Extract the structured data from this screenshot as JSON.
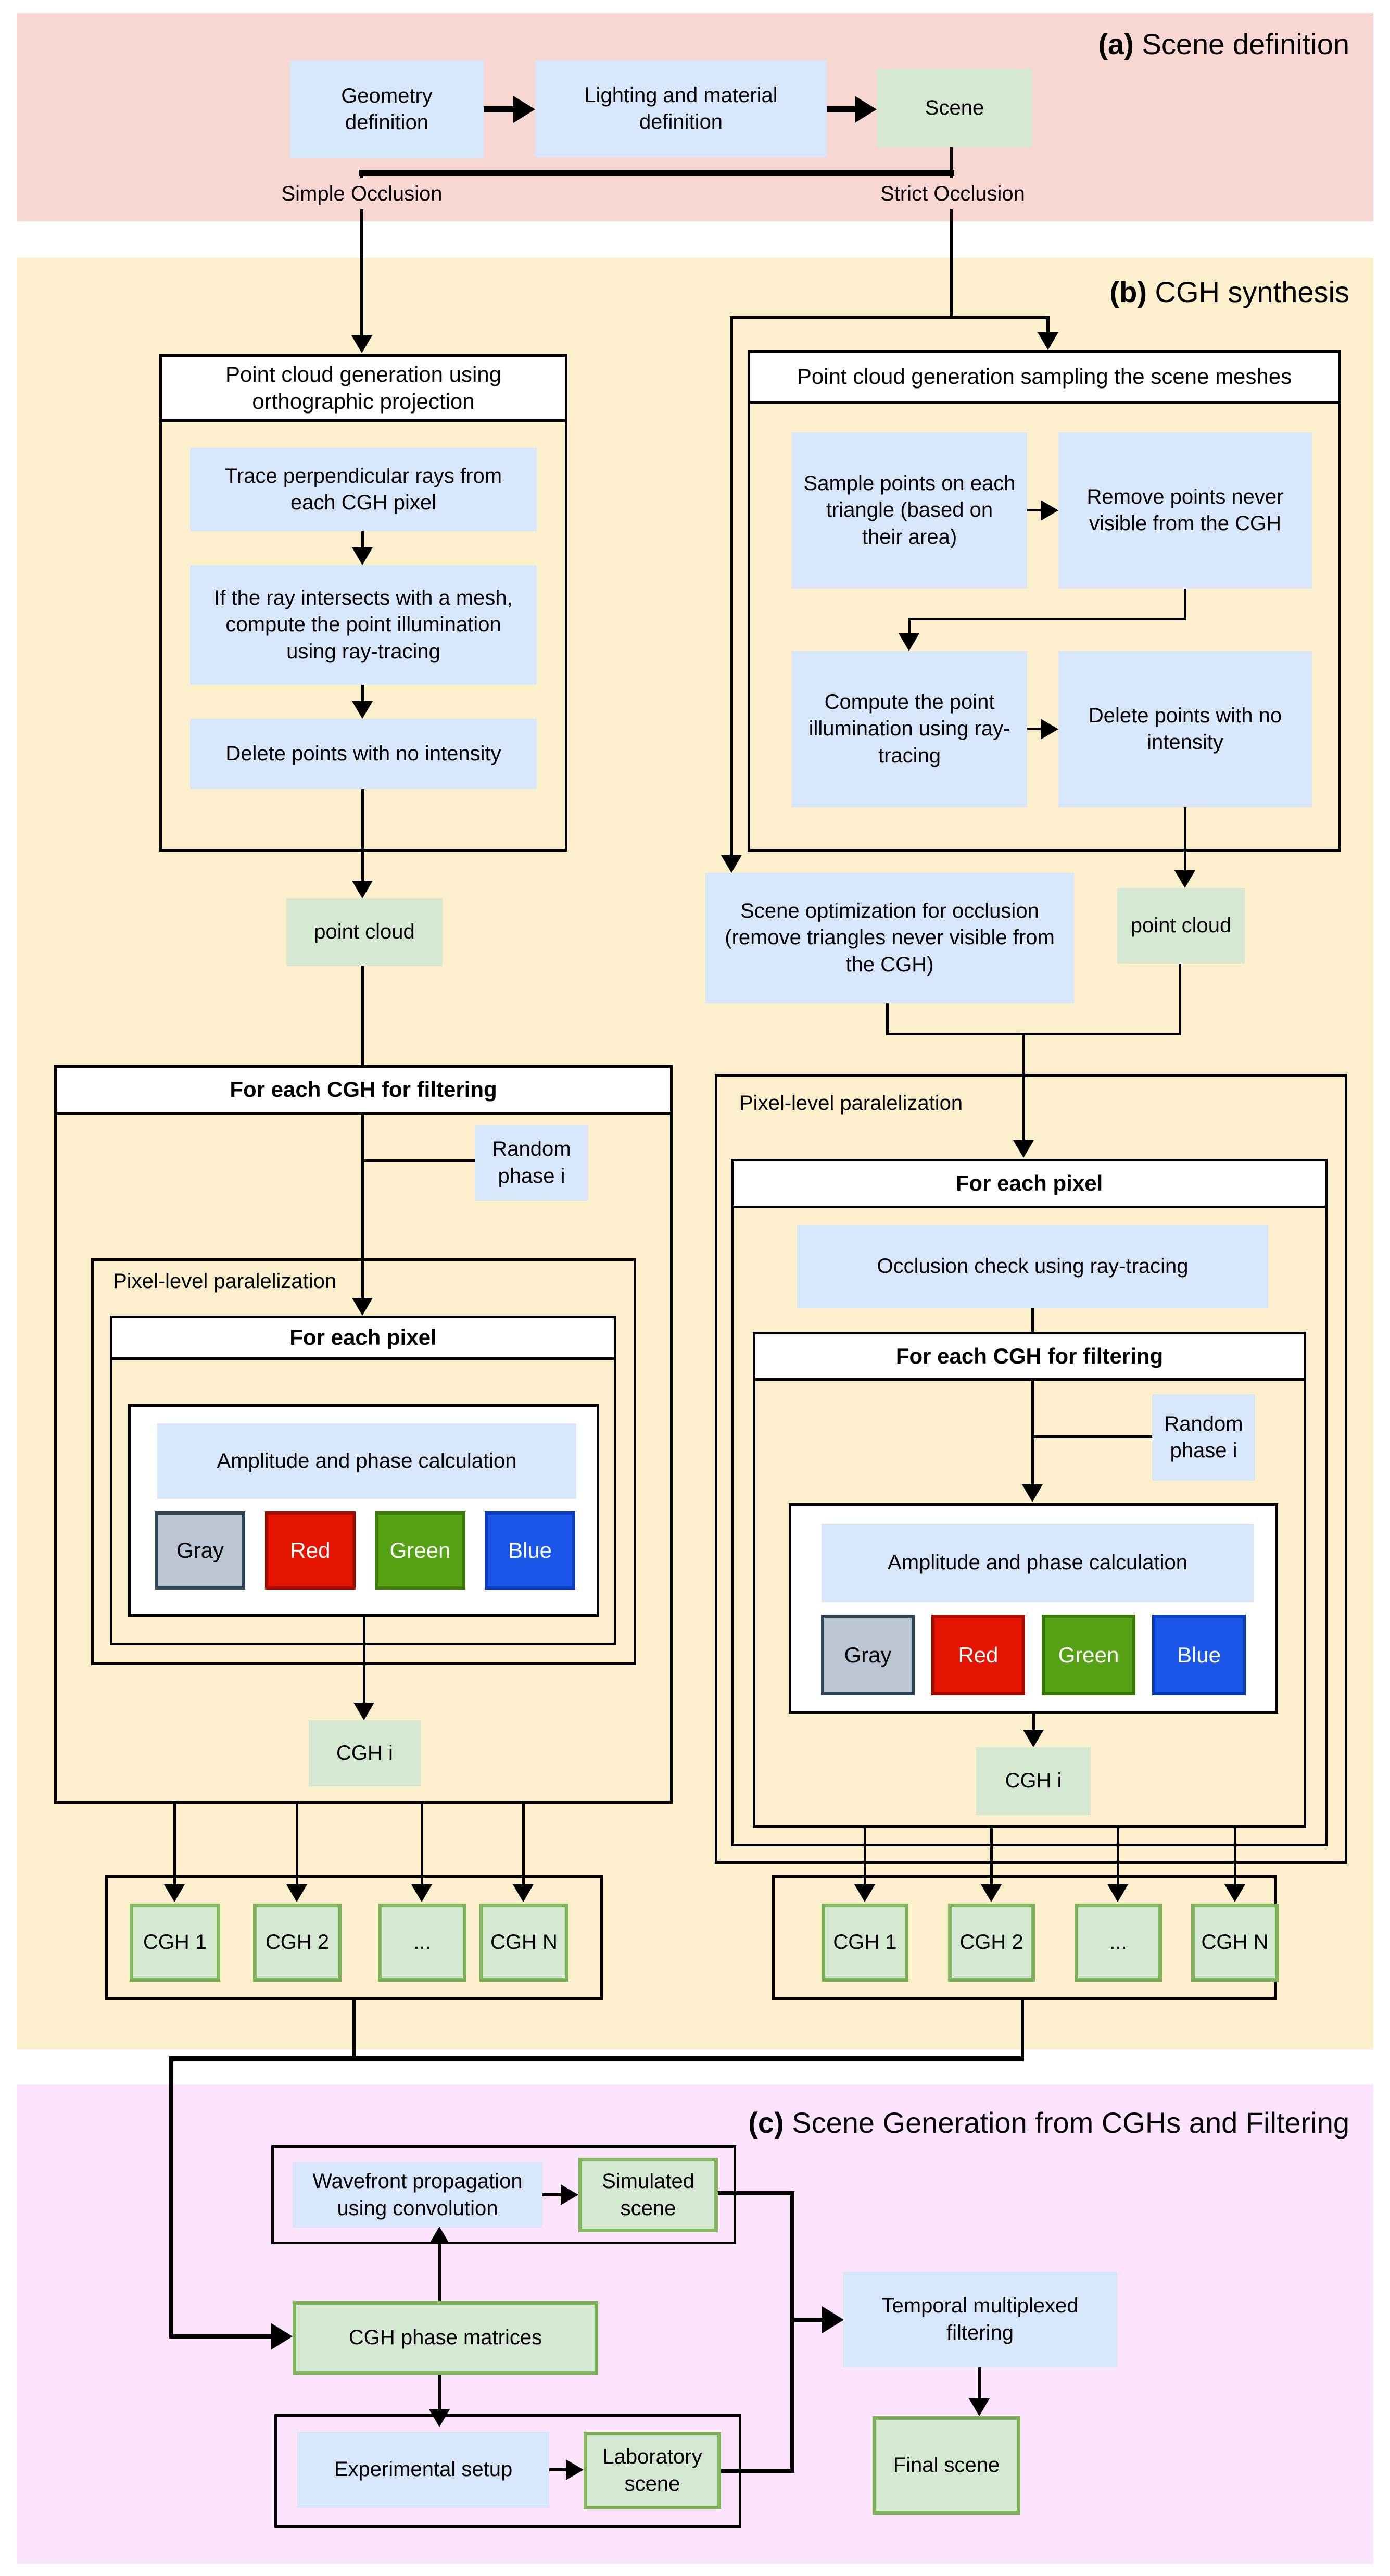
{
  "colors": {
    "section_a_bg": "#f8d6d2",
    "section_b_bg": "#fcefcc",
    "section_c_bg": "#fbe3fb",
    "process_blue": "#d7e6fa",
    "artifact_green": "#d5e8d2",
    "artifact_border_green": "#7fb35b",
    "gray_fill": "#bac7d2",
    "gray_border": "#2f4456",
    "red_fill": "#e51400",
    "red_border": "#a50d00",
    "green_fill": "#57a214",
    "green_border": "#3c7a0c",
    "blue_fill": "#1a56e8",
    "blue_border": "#0b3dbb",
    "line": "#000000"
  },
  "sections": {
    "a": {
      "tag": "(a)",
      "title": " Scene definition",
      "geometry": "Geometry definition",
      "lighting": "Lighting and material definition",
      "scene": "Scene",
      "simple_occlusion": "Simple Occlusion",
      "strict_occlusion": "Strict Occlusion"
    },
    "b": {
      "tag": "(b)",
      "title": " CGH synthesis",
      "left": {
        "pipeline_header": "Point cloud generation using orthographic projection",
        "step_trace": "Trace perpendicular rays from each CGH pixel",
        "step_intersect": "If the ray intersects with a mesh, compute the point illumination using ray-tracing",
        "step_delete": "Delete points with no intensity",
        "point_cloud": "point cloud",
        "loop_cgh_header": "For each CGH for filtering",
        "random_phase": "Random phase i",
        "parallel_label": "Pixel-level paralelization",
        "loop_pixel_header": "For each pixel",
        "amplitude": "Amplitude and phase calculation",
        "channels": [
          "Gray",
          "Red",
          "Green",
          "Blue"
        ],
        "cgh_i": "CGH i",
        "outputs": [
          "CGH 1",
          "CGH 2",
          "...",
          "CGH N"
        ]
      },
      "right": {
        "pipeline_header": "Point cloud generation sampling the scene meshes",
        "step_sample": "Sample points on each triangle (based on their area)",
        "step_remove": "Remove points never visible from the CGH",
        "step_illumination": "Compute the point illumination using ray-tracing",
        "step_delete": "Delete points with no intensity",
        "scene_optimization": "Scene optimization for occlusion (remove triangles never visible from the CGH)",
        "point_cloud": "point cloud",
        "parallel_label": "Pixel-level paralelization",
        "loop_pixel_header": "For each pixel",
        "occlusion_check": "Occlusion check using ray-tracing",
        "loop_cgh_header": "For each CGH for filtering",
        "random_phase": "Random phase i",
        "amplitude": "Amplitude and phase calculation",
        "channels": [
          "Gray",
          "Red",
          "Green",
          "Blue"
        ],
        "cgh_i": "CGH i",
        "outputs": [
          "CGH 1",
          "CGH 2",
          "...",
          "CGH N"
        ]
      }
    },
    "c": {
      "tag": "(c)",
      "title": " Scene Generation from CGHs and Filtering",
      "wavefront": "Wavefront propagation using convolution",
      "simulated": "Simulated scene",
      "cgh_matrices": "CGH phase matrices",
      "experimental": "Experimental setup",
      "laboratory": "Laboratory scene",
      "temporal": "Temporal multiplexed filtering",
      "final": "Final scene"
    }
  }
}
